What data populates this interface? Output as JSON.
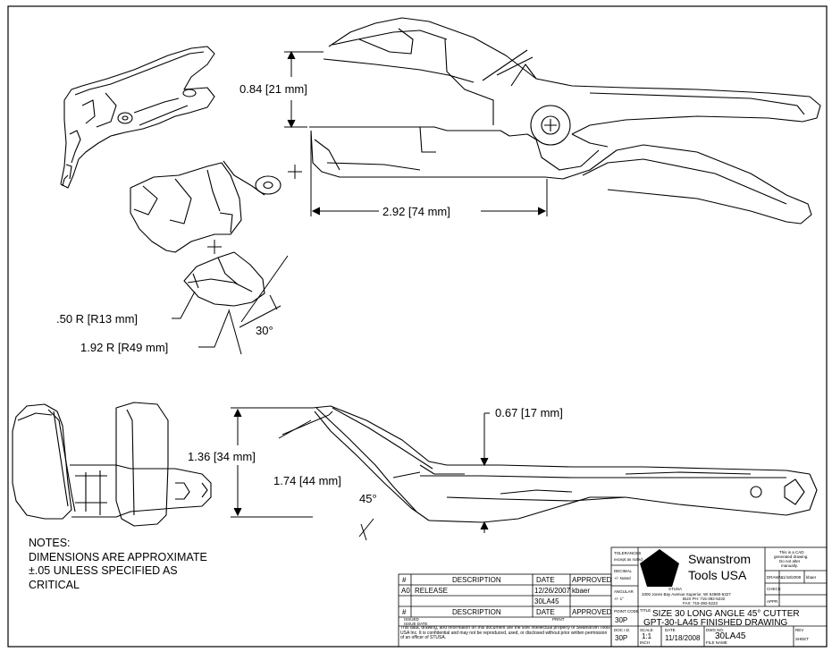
{
  "dimensions": {
    "jaw_depth": "0.84 [21 mm]",
    "cut_length": "2.92 [74 mm]",
    "radius_small": ".50 R [R13 mm]",
    "radius_large": "1.92 R [R49 mm]",
    "bevel_angle": "30°",
    "handle_height": "0.67 [17 mm]",
    "overall_width": "1.36 [34 mm]",
    "blade_length": "1.74 [44 mm]",
    "cut_angle": "45°"
  },
  "notes": {
    "heading": "NOTES:",
    "line1": "DIMENSIONS ARE APPROXIMATE",
    "line2": "±.05 UNLESS SPECIFIED AS",
    "line3": "CRITICAL"
  },
  "revision_table": {
    "col_num": "#",
    "col_desc": "DESCRIPTION",
    "col_date": "DATE",
    "col_approved": "APPROVED",
    "row_num": "A0",
    "row_desc": "RELEASE",
    "row_date": "12/26/2007",
    "row_approved": "kbaer",
    "row_date2": "30LA45",
    "issued": "ISSUED",
    "issue_date": "ISSUE DATE",
    "print": "PRINT",
    "confidential": "This data, drawing, and information on this document are the sole intellectual property of Swanstrom Tools USA Inc. It is confidential and may not be reproduced, used, or disclosed without prior written permission of an officer of STUSA."
  },
  "title_block": {
    "tolerance_label": "TOLERANCES",
    "tolerance_sub": "except as noted",
    "decimal_label": "DECIMAL",
    "decimal_value": "+/- Noted",
    "angular_label": "ANGULAR",
    "angular_value": "+/- 1°",
    "company_line1": "Swanstrom",
    "company_line2": "Tools USA",
    "company_short": "STUSA",
    "address": "3300 Jones Bay Avenue Superior, WI 54880-5327",
    "phone": "BUS PH: 715-392-5232",
    "fax": "FAX: 715-392-5222",
    "cad_note1": "This is a CAD",
    "cad_note2": "generated drawing.",
    "cad_note3": "Do not alter",
    "cad_note4": "manually.",
    "drawn_label": "DRAWN",
    "drawn_date": "11/18/2008",
    "drawn_by": "kbaer",
    "check_label": "CHECK",
    "appr_label": "APPR",
    "title_label": "TITLE",
    "title_line1": "SIZE 30 LONG ANGLE 45° CUTTER",
    "title_line2": "GPT-30-LA45 FINISHED DRAWING",
    "point_code_label": "POINT CODE",
    "point_code": "30P",
    "doc_label": "DOC I.D.",
    "doc_value": "30P",
    "scale_label": "SCALE",
    "scale_value": "1:1",
    "scale_unit": "INCH",
    "date_label": "DATE",
    "date_value": "11/18/2008",
    "dwg_label": "DWG NO.",
    "dwg_no": "30LA45",
    "file_label": "FILE NAME",
    "rev_label": "REV",
    "sheet_label": "SHEET"
  }
}
